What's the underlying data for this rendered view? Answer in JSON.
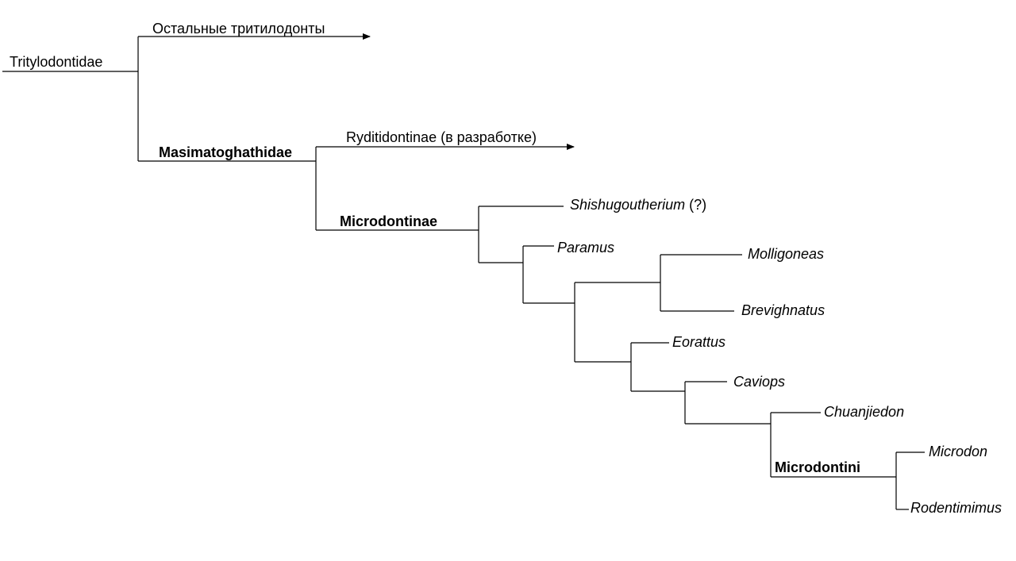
{
  "root": {
    "label": "Tritylodontidae"
  },
  "clades": {
    "other_tritylodonts": "Остальные тритилодонты",
    "masimatoghathidae": "Masimatoghathidae",
    "ryditidontinae": "Ryditidontinae (в разработке)",
    "microdontinae": "Microdontinae",
    "microdontini": "Microdontini"
  },
  "taxa": {
    "shishugoutherium": "Shishugoutherium",
    "shishugoutherium_note": " (?)",
    "paramus": "Paramus",
    "molligoneas": "Molligoneas",
    "brevighnatus": "Brevighnatus",
    "eorattus": "Eorattus",
    "caviops": "Caviops",
    "chuanjiedon": "Chuanjiedon",
    "microdon": "Microdon",
    "rodentimimus": "Rodentimimus"
  }
}
